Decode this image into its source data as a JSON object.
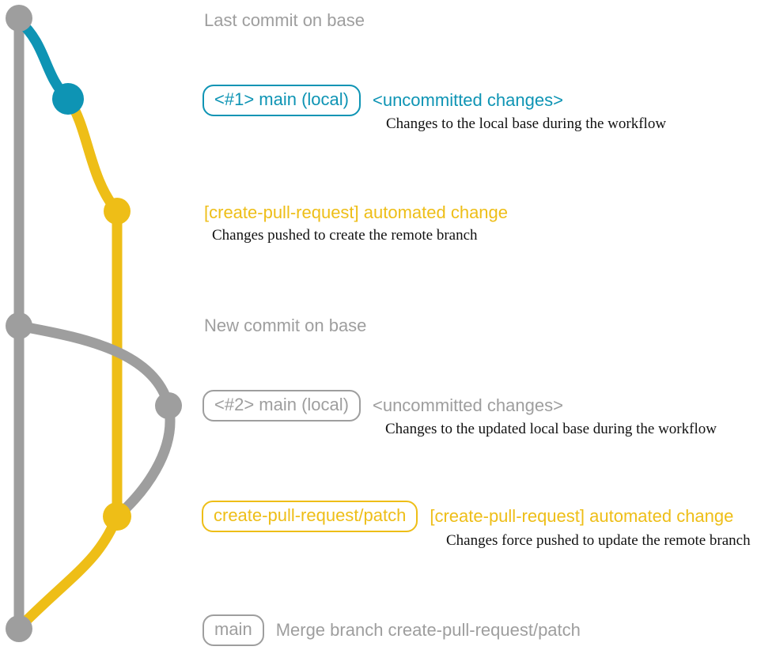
{
  "colors": {
    "gray": "#9e9e9e",
    "blue": "#0e94b4",
    "yellow": "#eebe17",
    "description_text": "#121212",
    "background": "#ffffff"
  },
  "graph": {
    "type": "git-branch-diagram",
    "branches": [
      {
        "name": "base-remote-main",
        "color_key": "gray"
      },
      {
        "name": "main-local-uncommitted",
        "color_key": "blue"
      },
      {
        "name": "create-pull-request-patch",
        "color_key": "yellow"
      }
    ],
    "commit_nodes": [
      {
        "id": "last-commit-on-base",
        "color_key": "gray"
      },
      {
        "id": "local-uncommitted-1",
        "color_key": "blue"
      },
      {
        "id": "automated-change-1",
        "color_key": "yellow"
      },
      {
        "id": "new-commit-on-base",
        "color_key": "gray"
      },
      {
        "id": "local-uncommitted-2",
        "color_key": "gray"
      },
      {
        "id": "automated-change-2",
        "color_key": "yellow"
      },
      {
        "id": "merge-commit",
        "color_key": "gray"
      }
    ]
  },
  "annotations": {
    "last_commit": "Last commit on base",
    "commit1_badge": "<#1> main (local)",
    "commit1_title": "<uncommitted changes>",
    "commit1_desc": "Changes to the local base during the workflow",
    "commit2_title": "[create-pull-request] automated change",
    "commit2_desc": "Changes pushed to create the remote branch",
    "new_commit": "New commit on base",
    "commit3_badge": "<#2> main (local)",
    "commit3_title": "<uncommitted changes>",
    "commit3_desc": "Changes to the updated local base during the workflow",
    "commit4_badge": "create-pull-request/patch",
    "commit4_title": "[create-pull-request] automated change",
    "commit4_desc": "Changes force pushed to update the remote branch",
    "merge_badge": "main",
    "merge_title": "Merge branch create-pull-request/patch"
  }
}
